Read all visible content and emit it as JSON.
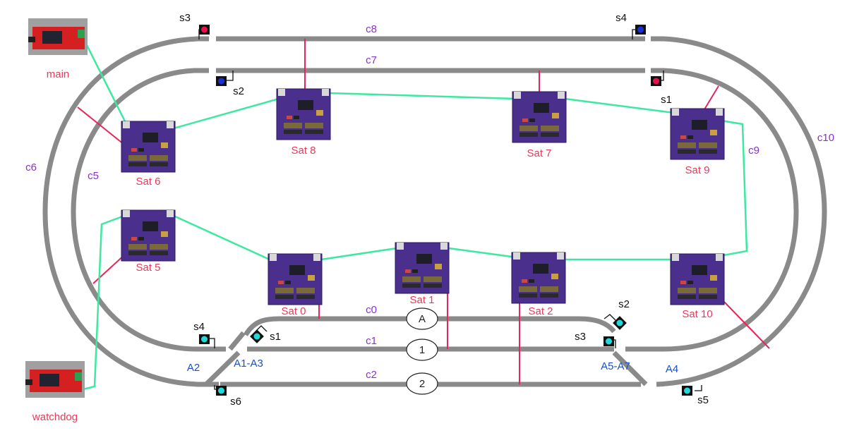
{
  "controllers": {
    "main": {
      "label": "main"
    },
    "watchdog": {
      "label": "watchdog"
    }
  },
  "satellites": {
    "sat0": "Sat 0",
    "sat1": "Sat 1",
    "sat2": "Sat 2",
    "sat5": "Sat 5",
    "sat6": "Sat 6",
    "sat7": "Sat 7",
    "sat8": "Sat 8",
    "sat9": "Sat 9",
    "sat10": "Sat 10"
  },
  "tracks": {
    "c0": "c0",
    "c1": "c1",
    "c2": "c2",
    "c5": "c5",
    "c6": "c6",
    "c7": "c7",
    "c8": "c8",
    "c9": "c9",
    "c10": "c10"
  },
  "turnouts": {
    "a1a3": "A1-A3",
    "a2": "A2",
    "a4": "A4",
    "a5a7": "A5-A7"
  },
  "signals": {
    "outer_s3": "s3",
    "outer_s4": "s4",
    "outer_s2": "s2",
    "outer_s1": "s1",
    "inner_s4": "s4",
    "inner_s1": "s1",
    "inner_s2": "s2",
    "inner_s3": "s3",
    "inner_s6": "s6",
    "inner_s5": "s5"
  },
  "blocks": {
    "a": "A",
    "one": "1",
    "two": "2"
  },
  "colors": {
    "track": "#8a8a8a",
    "bus": "#3de8a0",
    "feeder": "#e8245a",
    "board": "#4a2f8c",
    "label_red": "#e83a5a",
    "label_purple": "#8a2fd0",
    "label_blue": "#1a4fc0",
    "signal_red": "#e8104a",
    "signal_blue": "#1a2fd8",
    "signal_cyan": "#22d8d8"
  }
}
